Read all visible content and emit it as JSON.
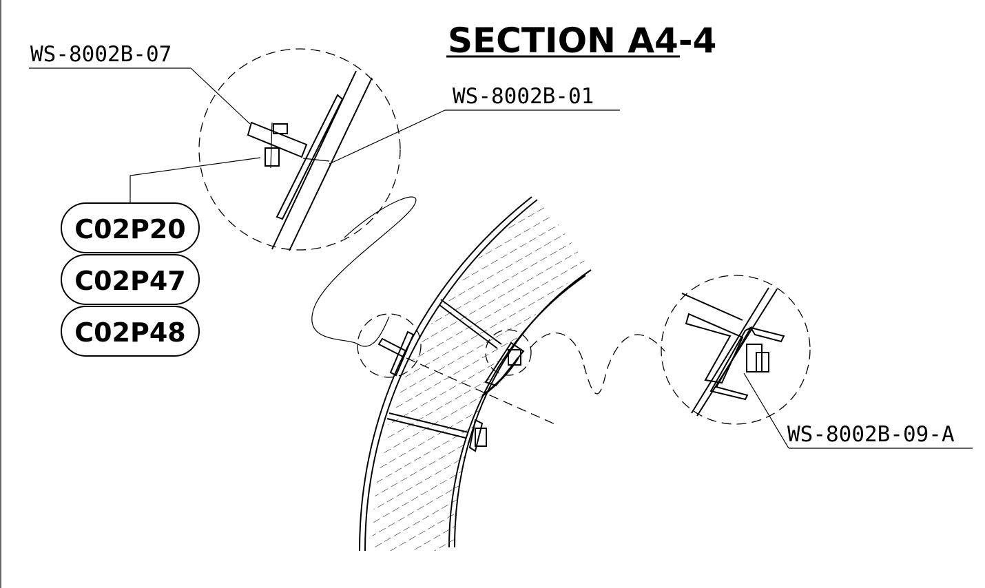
{
  "title": "SECTION A4-4",
  "callouts": {
    "top_left": "WS-8002B-07",
    "top_right": "WS-8002B-01",
    "bottom_right": "WS-8002B-09-A"
  },
  "tags": [
    "C02P20",
    "C02P47",
    "C02P48"
  ]
}
